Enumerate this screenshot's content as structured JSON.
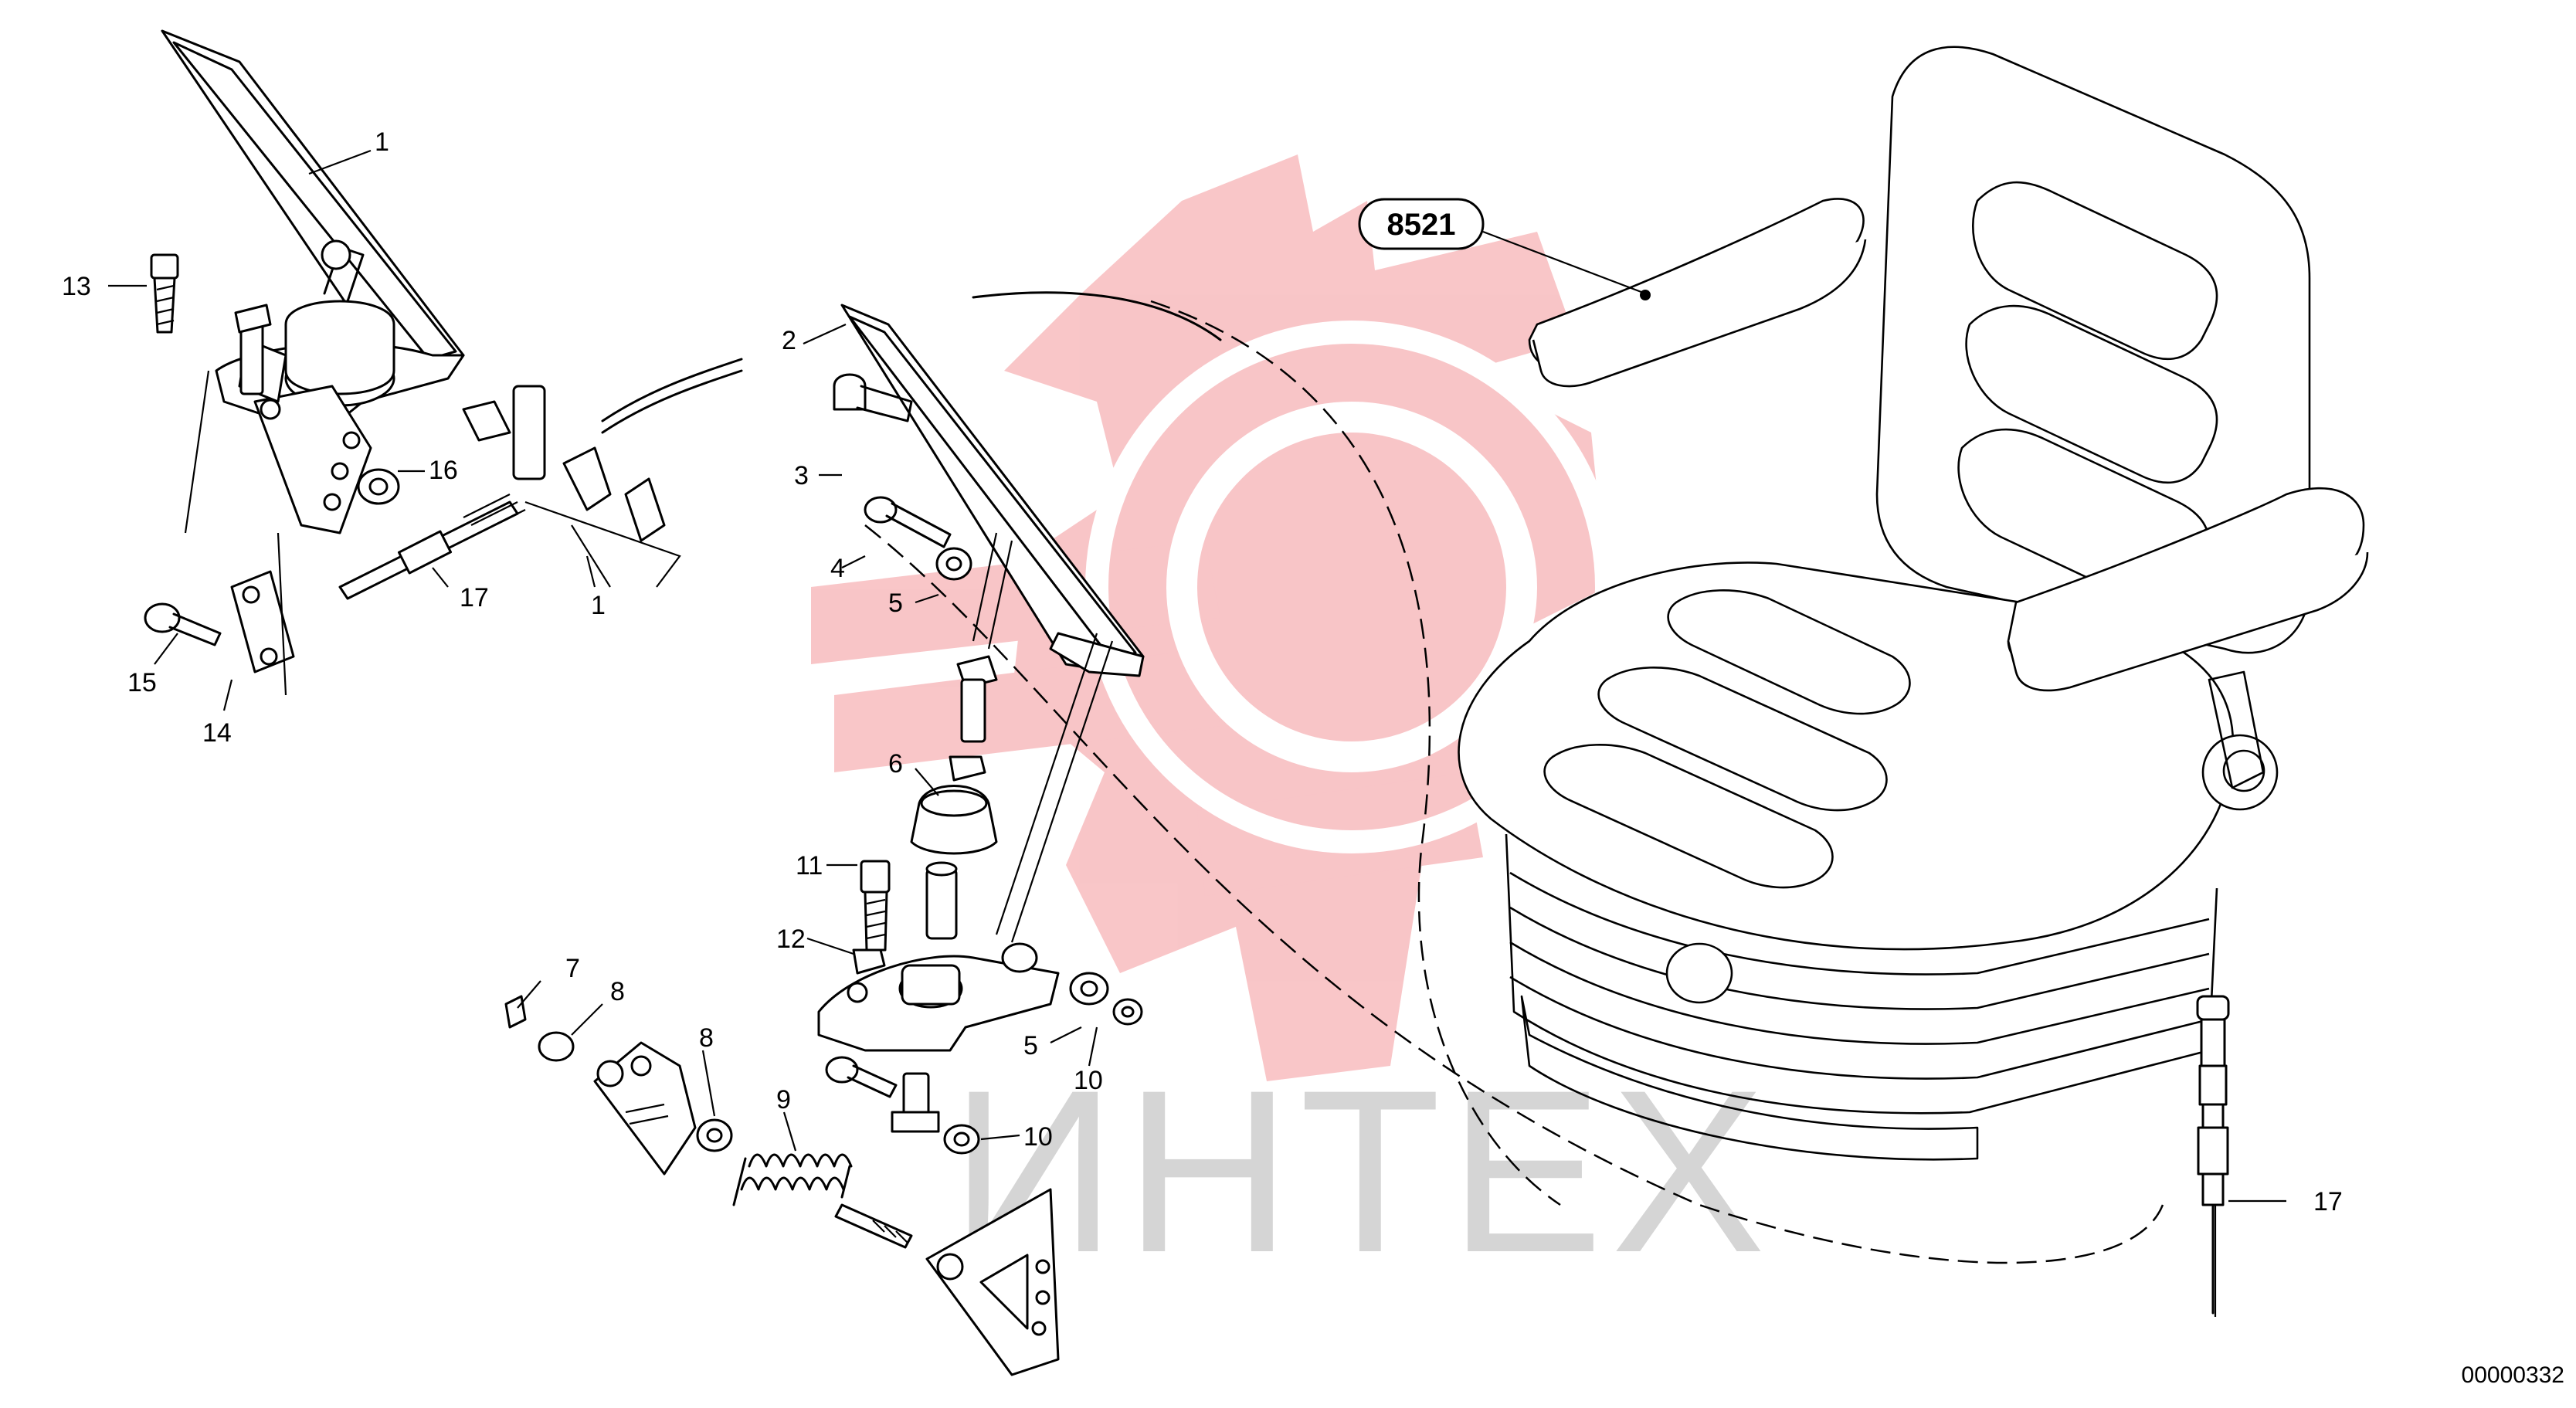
{
  "watermark": {
    "text": "ИНТЕХ",
    "color": "#f5a3a8"
  },
  "reference_box": "8521",
  "drawing_code": "00000332",
  "callouts": [
    "1",
    "13",
    "16",
    "17",
    "1",
    "15",
    "14",
    "2",
    "3",
    "4",
    "5",
    "6",
    "11",
    "12",
    "5",
    "10",
    "7",
    "8",
    "8",
    "9",
    "10",
    "17"
  ]
}
